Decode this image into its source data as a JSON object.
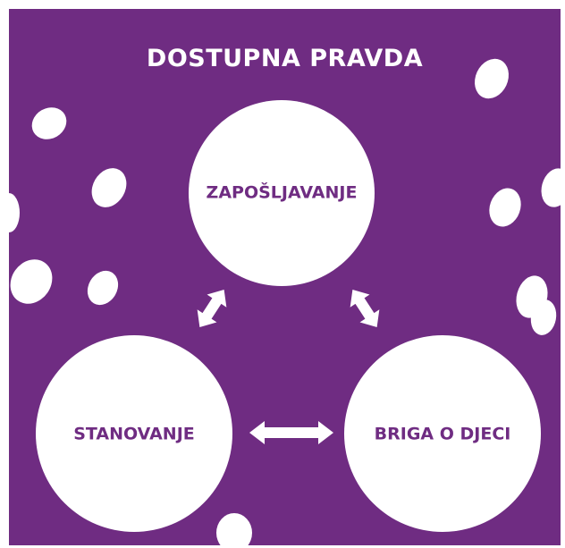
{
  "title": "DOSTUPNA PRAVDA",
  "nodes": {
    "top": "ZAPOŠLJAVANJE",
    "left": "STANOVANJE",
    "right": "BRIGA O DJECI"
  },
  "colors": {
    "background": "#6f2c82",
    "foreground": "#ffffff",
    "text": "#6f2c82"
  }
}
